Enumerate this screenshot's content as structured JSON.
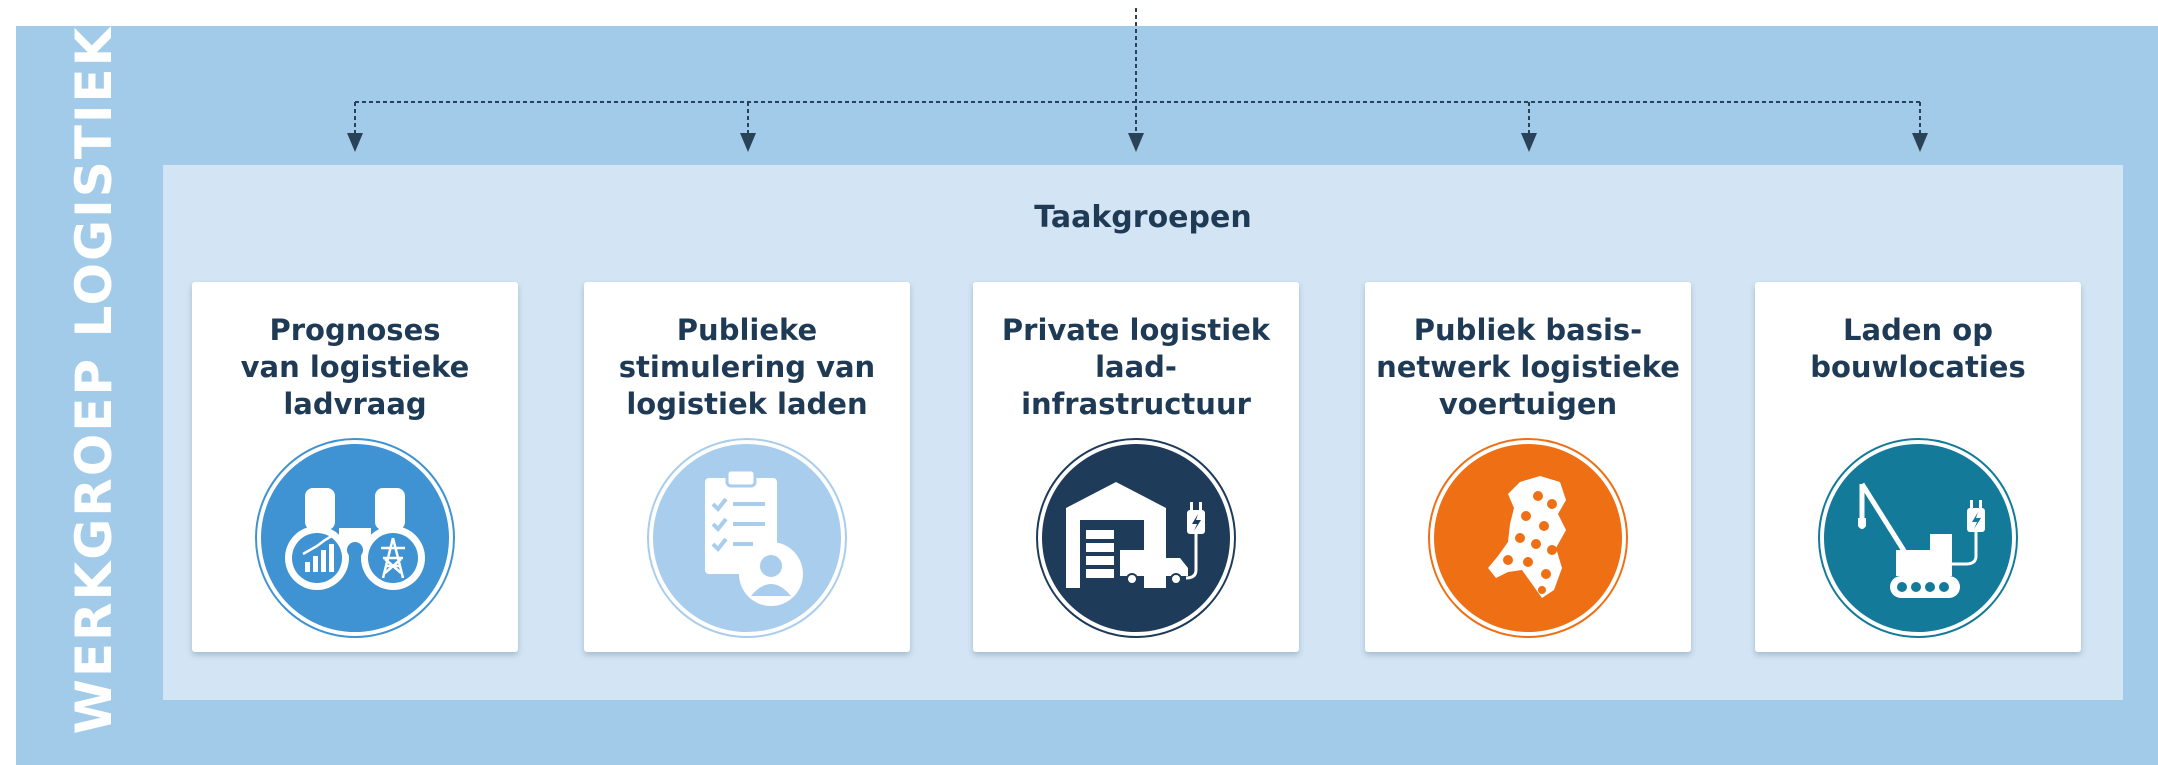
{
  "side_label": "WERKGROEP LOGISTIEK",
  "inner_title": "Taakgroepen",
  "cards": [
    {
      "title": "Prognoses\nvan logistieke\nladvraag",
      "icon": "binoculars-icon",
      "color": "#3f93d2"
    },
    {
      "title": "Publieke\nstimulering van\nlogistiek laden",
      "icon": "clipboard-person-icon",
      "color": "#a9cdec"
    },
    {
      "title": "Private logistiek\nlaad-\ninfrastructuur",
      "icon": "warehouse-truck-icon",
      "color": "#1e3b5a"
    },
    {
      "title": "Publiek basis-\nnetwerk logistieke\nvoertuigen",
      "icon": "netherlands-map-icon",
      "color": "#ef7014"
    },
    {
      "title": "Laden op\nbouwlocaties",
      "icon": "crane-charger-icon",
      "color": "#137a9a"
    }
  ]
}
